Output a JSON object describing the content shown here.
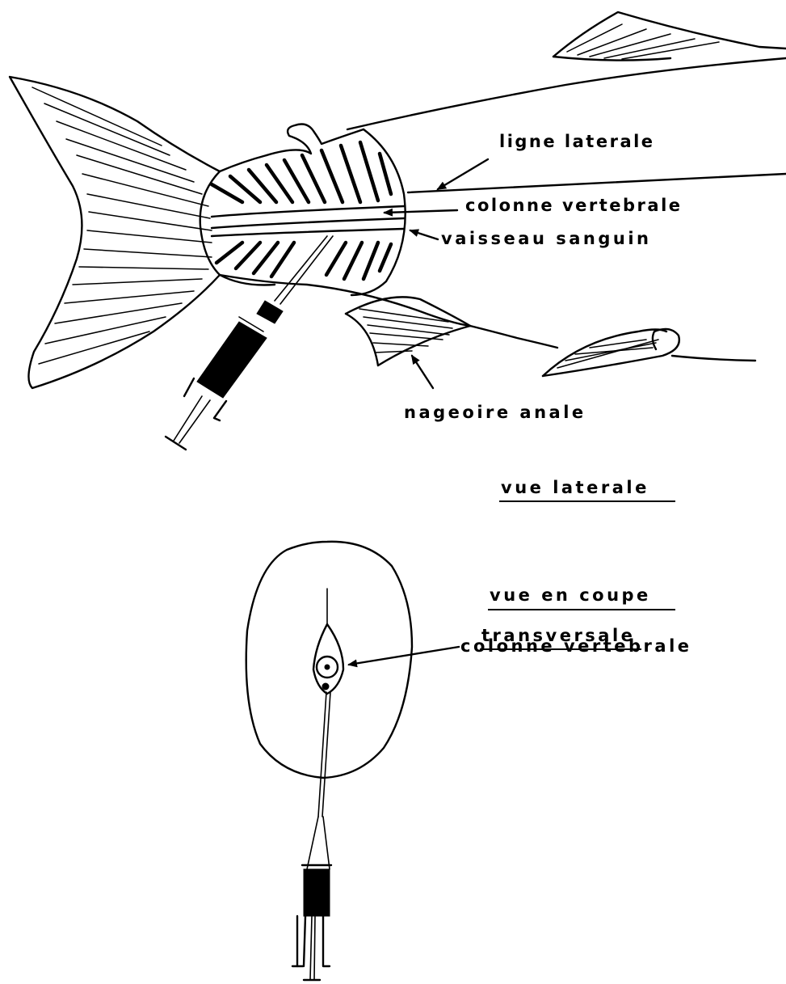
{
  "lateral_view": {
    "labels": {
      "lateral_line": "ligne laterale",
      "spine": "colonne vertebrale",
      "blood_vessel": "vaisseau sanguin",
      "anal_fin": "nageoire anale"
    },
    "caption": "vue laterale"
  },
  "cross_section": {
    "labels": {
      "spine": "colonne vertebrale"
    },
    "caption_line1": "vue en coupe",
    "caption_line2": "transversale"
  }
}
